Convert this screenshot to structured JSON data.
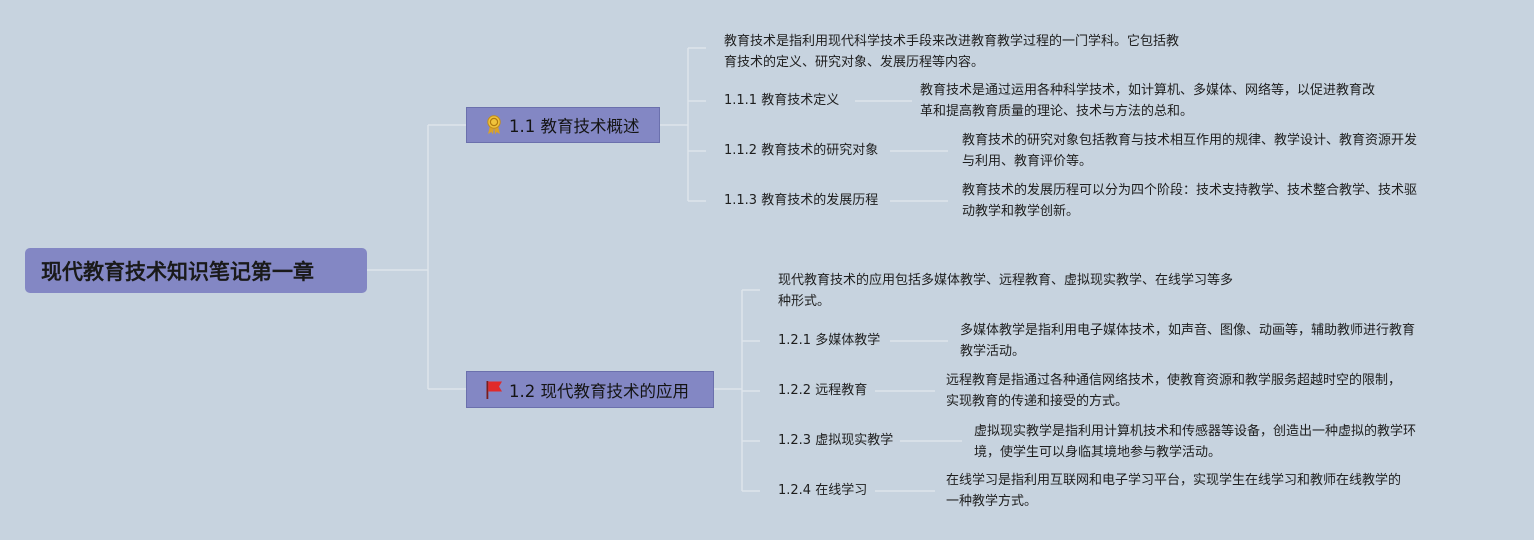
{
  "root": {
    "title": "现代教育技术知识笔记第一章"
  },
  "branches": [
    {
      "title": "1.1 教育技术概述",
      "icon": "award-ribbon-icon",
      "summary": [
        "教育技术是指利用现代科学技术手段来改进教育教学过程的一门学科。它包括教",
        "育技术的定义、研究对象、发展历程等内容。"
      ],
      "children": [
        {
          "title": "1.1.1 教育技术定义",
          "note": [
            "教育技术是通过运用各种科学技术，如计算机、多媒体、网络等，以促进教育改",
            "革和提高教育质量的理论、技术与方法的总和。"
          ]
        },
        {
          "title": "1.1.2 教育技术的研究对象",
          "note": [
            "教育技术的研究对象包括教育与技术相互作用的规律、教学设计、教育资源开发",
            "与利用、教育评价等。"
          ]
        },
        {
          "title": "1.1.3 教育技术的发展历程",
          "note": [
            "教育技术的发展历程可以分为四个阶段：技术支持教学、技术整合教学、技术驱",
            "动教学和教学创新。"
          ]
        }
      ]
    },
    {
      "title": "1.2 现代教育技术的应用",
      "icon": "red-flag-icon",
      "summary": [
        "现代教育技术的应用包括多媒体教学、远程教育、虚拟现实教学、在线学习等多",
        "种形式。"
      ],
      "children": [
        {
          "title": "1.2.1 多媒体教学",
          "note": [
            "多媒体教学是指利用电子媒体技术，如声音、图像、动画等，辅助教师进行教育",
            "教学活动。"
          ]
        },
        {
          "title": "1.2.2 远程教育",
          "note": [
            "远程教育是指通过各种通信网络技术，使教育资源和教学服务超越时空的限制，",
            "实现教育的传递和接受的方式。"
          ]
        },
        {
          "title": "1.2.3 虚拟现实教学",
          "note": [
            "虚拟现实教学是指利用计算机技术和传感器等设备，创造出一种虚拟的教学环",
            "境，使学生可以身临其境地参与教学活动。"
          ]
        },
        {
          "title": "1.2.4 在线学习",
          "note": [
            "在线学习是指利用互联网和电子学习平台，实现学生在线学习和教师在线教学的",
            "一种教学方式。"
          ]
        }
      ]
    }
  ],
  "colors": {
    "background": "#c7d3df",
    "node_fill": "#8387c4",
    "connector": "#dde5ec"
  }
}
